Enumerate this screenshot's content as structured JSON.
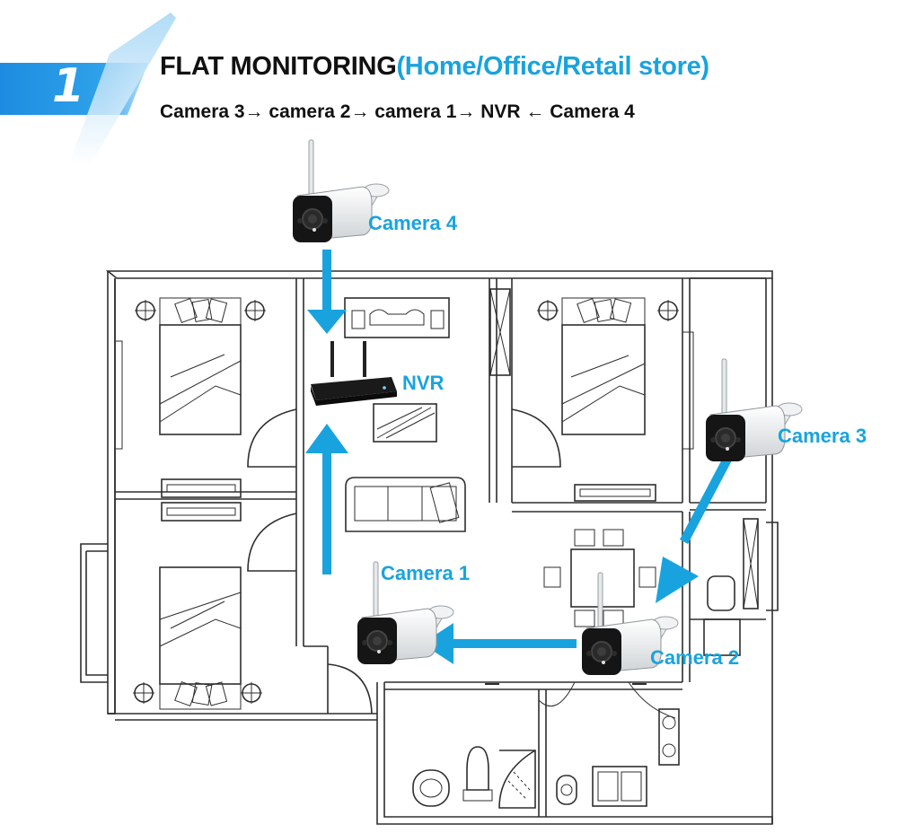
{
  "header": {
    "number": "1",
    "title_main": "FLAT MONITORING",
    "title_sub": "(Home/Office/Retail store)",
    "subtitle": "Camera 3→ camera 2→ camera 1→ NVR ← Camera 4"
  },
  "labels": {
    "camera4": "Camera 4",
    "nvr": "NVR",
    "camera3": "Camera 3",
    "camera1": "Camera 1",
    "camera2": "Camera 2"
  },
  "colors": {
    "accent": "#19a3de",
    "badge": "#1e8fe0",
    "line": "#333333"
  },
  "icons": [
    "camera-icon",
    "nvr-icon",
    "arrow-icon"
  ]
}
